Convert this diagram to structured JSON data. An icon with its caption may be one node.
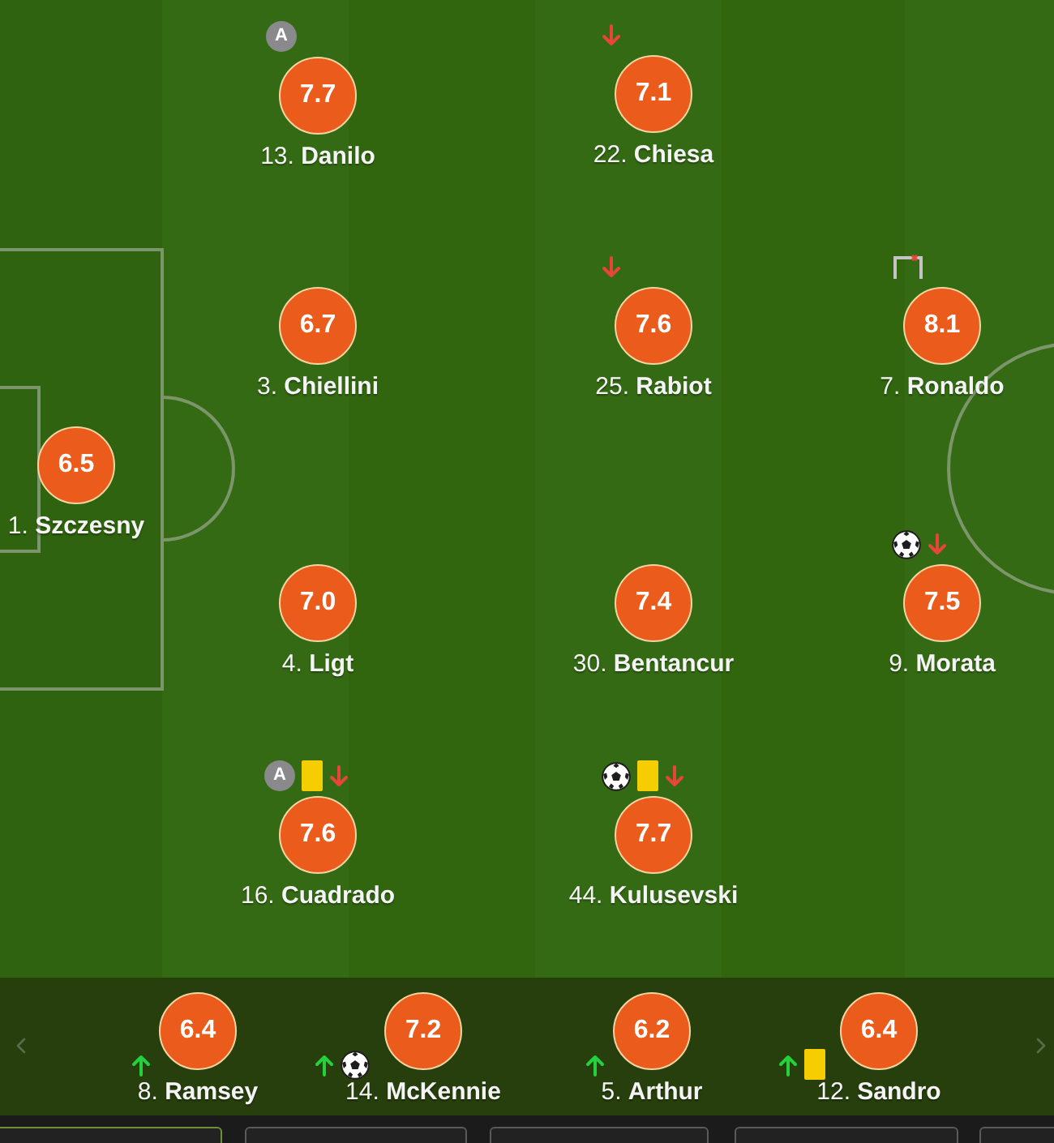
{
  "diagram": {
    "nodes": [
      {
        "text": [
          "7.7"
        ],
        "beside": [
          "13. **Danilo**"
        ]
      },
      {
        "text": [
          "7.1"
        ],
        "beside": [
          "22. **Chiesa**"
        ]
      },
      {
        "text": [
          "6.7"
        ],
        "beside": [
          "3. **Chiellini**"
        ]
      },
      {
        "text": [
          "7.6"
        ],
        "beside": [
          "25. **Rabiot**"
        ]
      },
      {
        "text": [
          "8.1"
        ],
        "beside": [
          "7. **Ronaldo**"
        ]
      },
      {
        "text": [
          "6.5"
        ],
        "beside": [
          "1. **Szczesny**"
        ]
      },
      {
        "text": [
          "7.0"
        ],
        "beside": [
          "4. **Ligt**"
        ]
      },
      {
        "text": [
          "7.4"
        ],
        "beside": [
          "30. **Bentancur**"
        ]
      },
      {
        "text": [
          "7.5"
        ],
        "beside": [
          "9. **Morata**"
        ]
      },
      {
        "text": [
          "7.6"
        ],
        "beside": [
          "16. **Cuadrado**"
        ]
      },
      {
        "text": [
          "7.7"
        ],
        "beside": [
          "44. **Kulusevski**"
        ]
      },
      {
        "text": [
          "6.4"
        ],
        "beside": [
          "8. **Ramsey**"
        ]
      },
      {
        "text": [
          "7.2"
        ],
        "beside": [
          "14. **McKennie**"
        ]
      },
      {
        "text": [
          "6.2"
        ],
        "beside": [
          "5. **Arthur**"
        ]
      },
      {
        "text": [
          "6.4"
        ],
        "beside": [
          "12. **Sandro**"
        ]
      }
    ],
    "labels": [
      "A",
      "A"
    ]
  }
}
